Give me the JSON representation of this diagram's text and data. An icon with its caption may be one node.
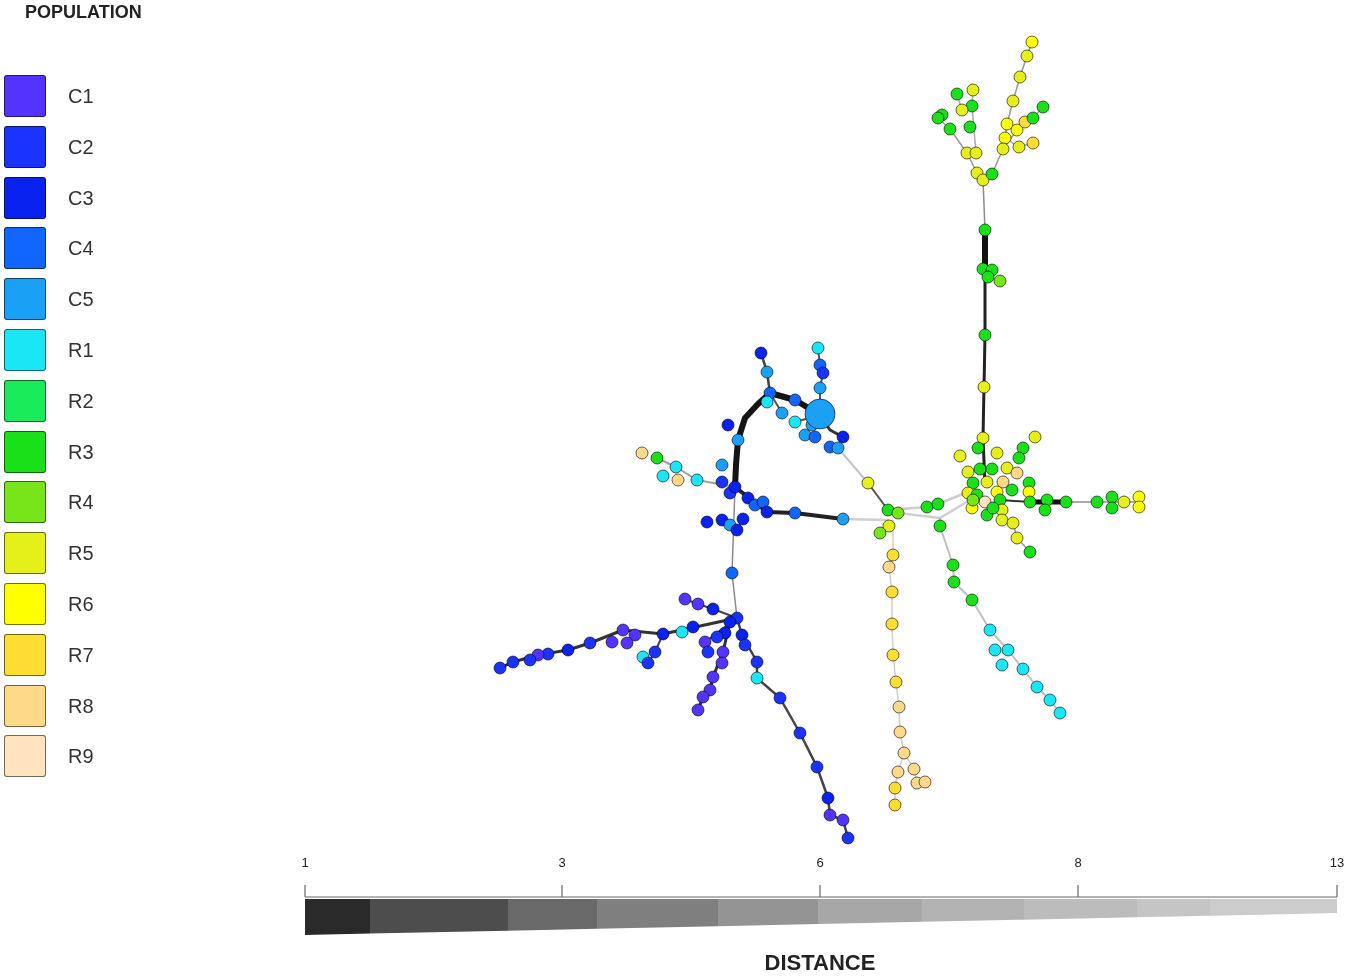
{
  "diagram": {
    "labels": [
      "POPULATION",
      "1",
      "3",
      "6",
      "8",
      "13",
      "DISTANCE"
    ],
    "legend": [
      {
        "text": "C1",
        "color": "#5533ff"
      },
      {
        "text": "C2",
        "color": "#1a33ff"
      },
      {
        "text": "C3",
        "color": "#0a22f0"
      },
      {
        "text": "C4",
        "color": "#1166ff"
      },
      {
        "text": "C5",
        "color": "#1aa0f5"
      },
      {
        "text": "R1",
        "color": "#1ae6f5"
      },
      {
        "text": "R2",
        "color": "#1aeb5a"
      },
      {
        "text": "R3",
        "color": "#1ae01a"
      },
      {
        "text": "R4",
        "color": "#77e51a"
      },
      {
        "text": "R5",
        "color": "#e5f01a"
      },
      {
        "text": "R6",
        "color": "#ffff00"
      },
      {
        "text": "R7",
        "color": "#ffdd33"
      },
      {
        "text": "R8",
        "color": "#ffd98a"
      },
      {
        "text": "R9",
        "color": "#ffe4bf"
      }
    ]
  }
}
